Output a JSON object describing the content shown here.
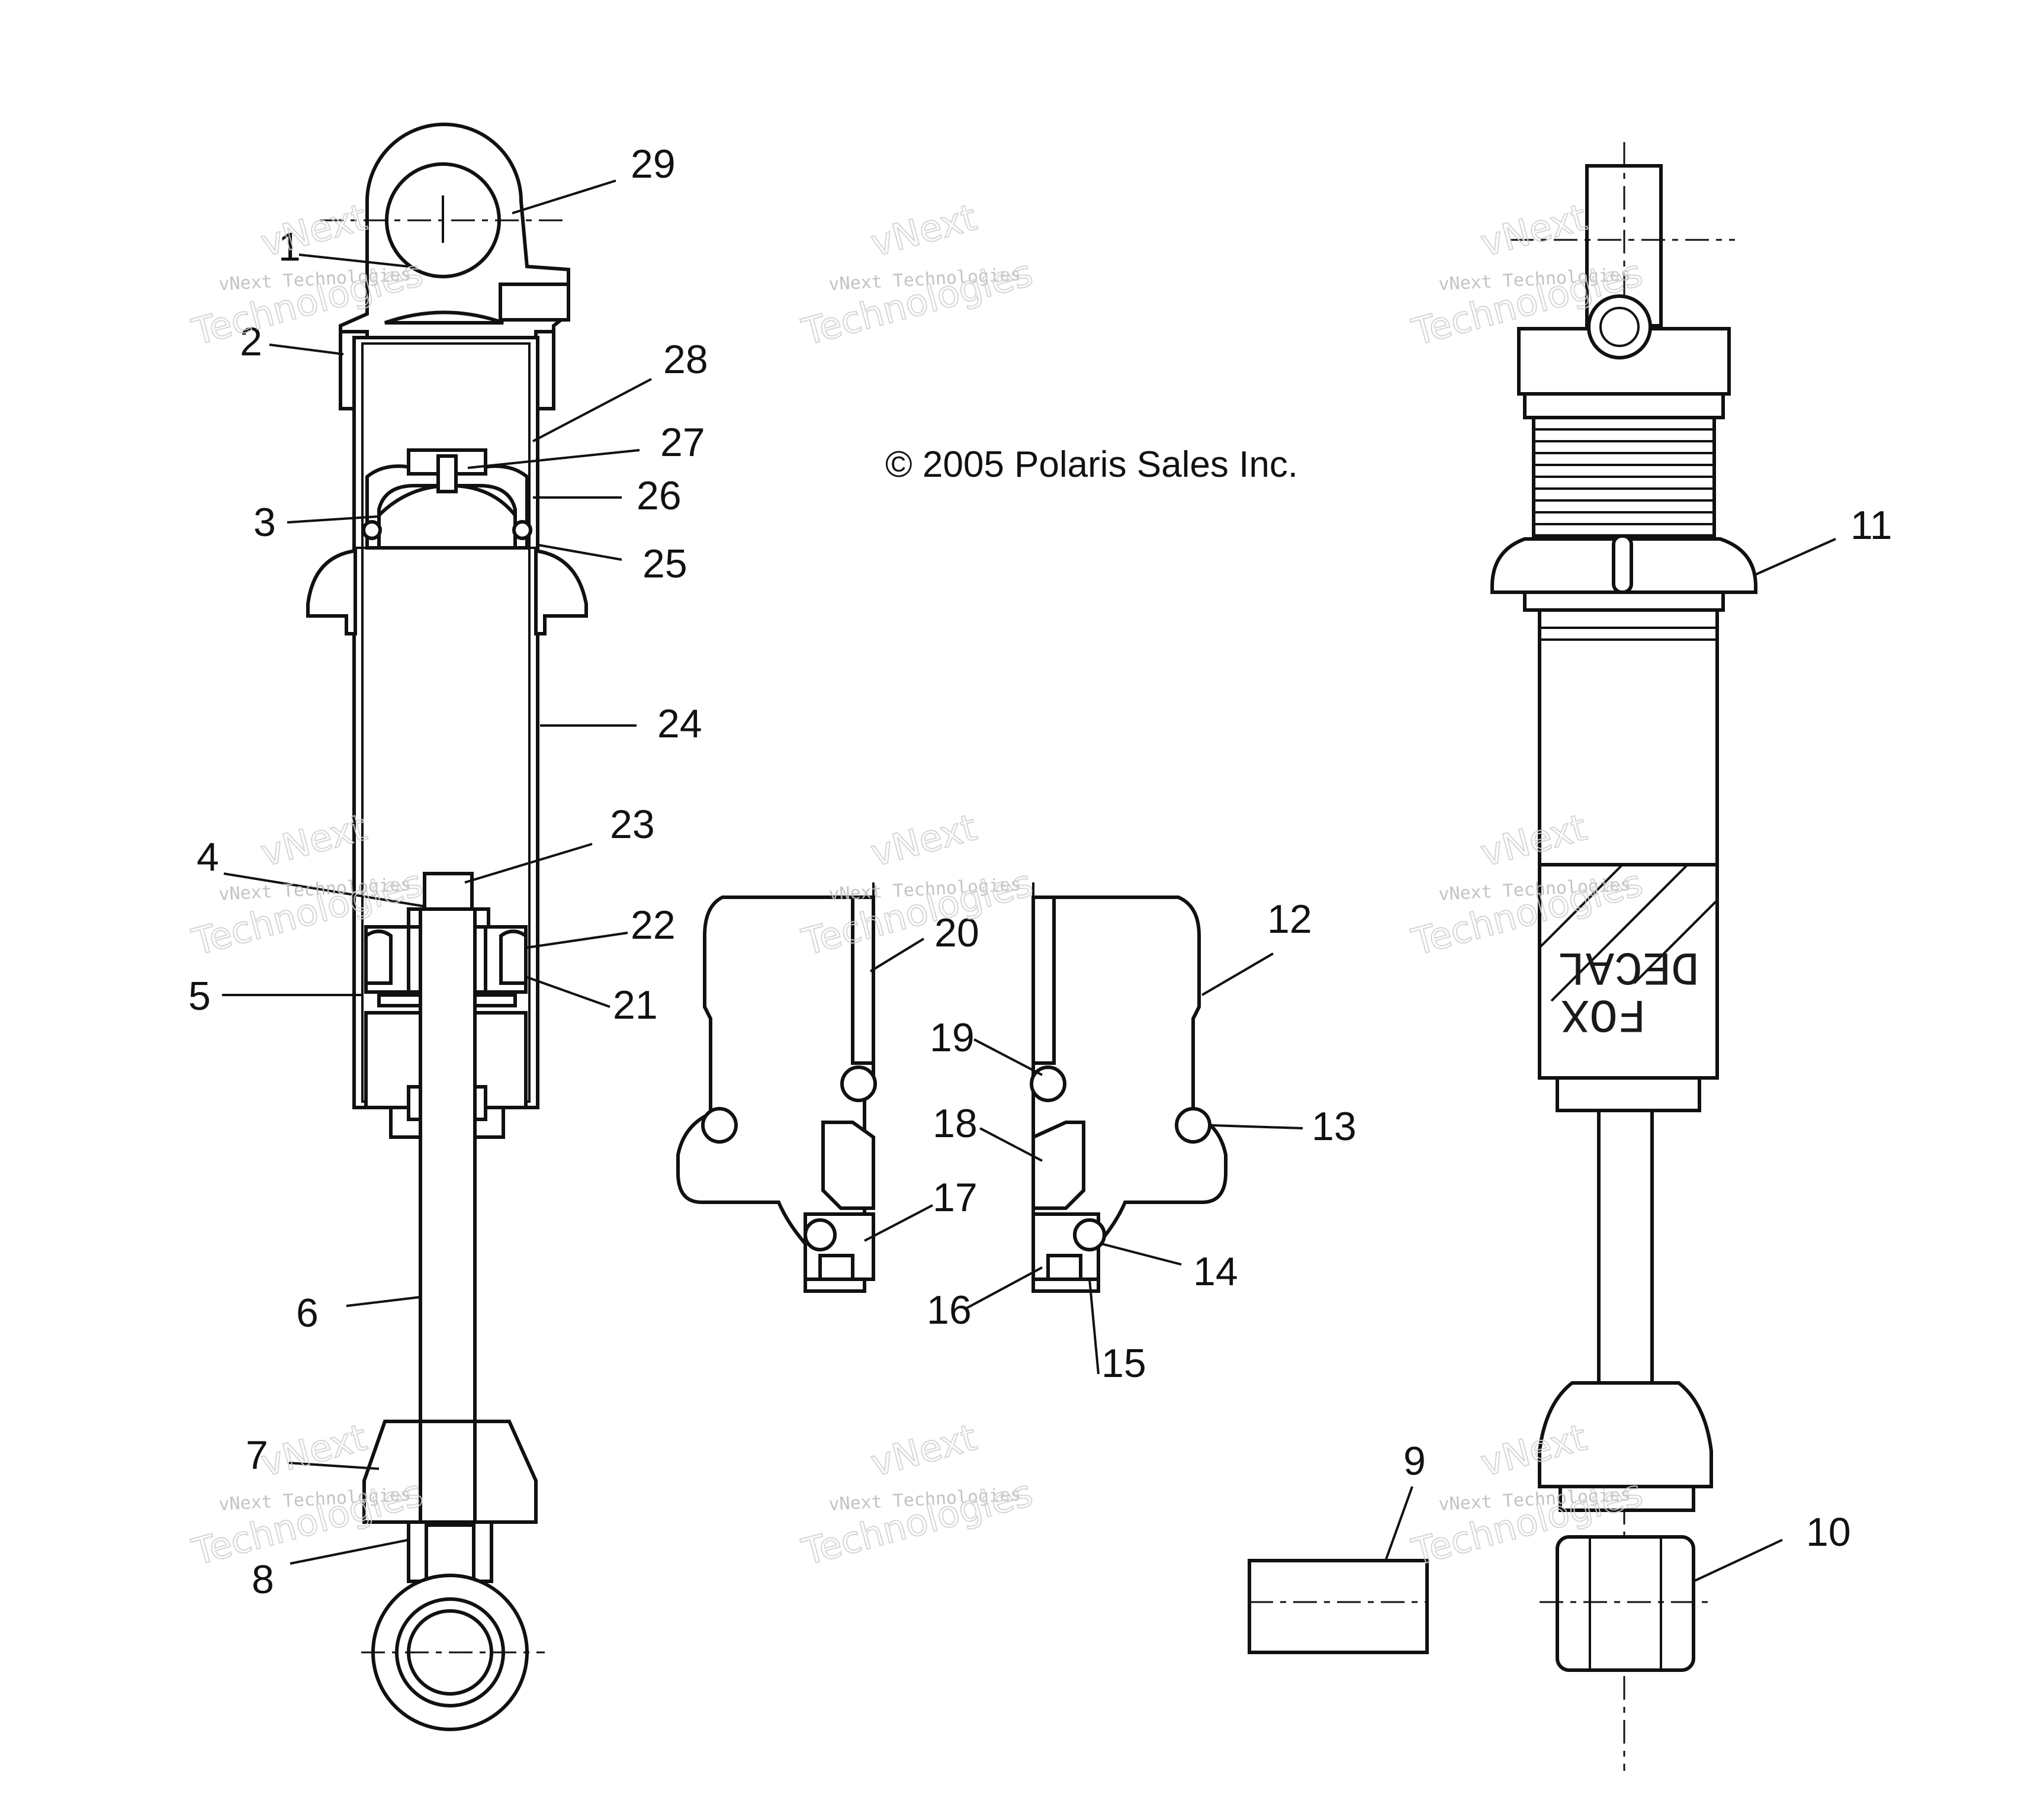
{
  "copyright": "© 2005 Polaris Sales Inc.",
  "watermark": {
    "line1": "vNext Technologies",
    "line2": "vNext",
    "line3": "Technologies"
  },
  "decal": {
    "line1": "DECAL",
    "line2": "FOX"
  },
  "callouts": [
    "1",
    "2",
    "3",
    "4",
    "5",
    "6",
    "7",
    "8",
    "9",
    "10",
    "11",
    "12",
    "13",
    "14",
    "15",
    "16",
    "17",
    "18",
    "19",
    "20",
    "21",
    "22",
    "23",
    "24",
    "25",
    "26",
    "27",
    "28",
    "29"
  ]
}
